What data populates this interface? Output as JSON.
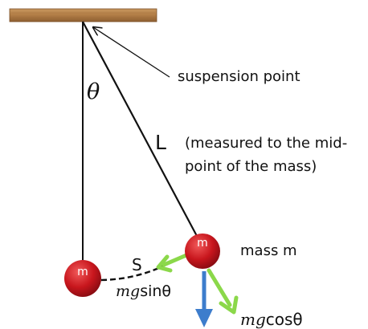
{
  "labels": {
    "theta": "θ",
    "length": "L",
    "suspension": "suspension point",
    "measured_line1": "(measured to the mid-",
    "measured_line2": "point of the mass)",
    "mass_label": "mass m",
    "mass_letter_rest": "m",
    "mass_letter_swing": "m",
    "arc_label": "S",
    "mg_sin_prefix": "mg",
    "mg_sin_suffix": "sinθ",
    "mg_cos_prefix": "mg",
    "mg_cos_suffix": "cosθ"
  },
  "colors": {
    "ceiling": "#b07c45",
    "mass": "#c8161d",
    "force_green": "#8bd84a",
    "force_blue": "#3d7dcc",
    "string": "#111111"
  }
}
